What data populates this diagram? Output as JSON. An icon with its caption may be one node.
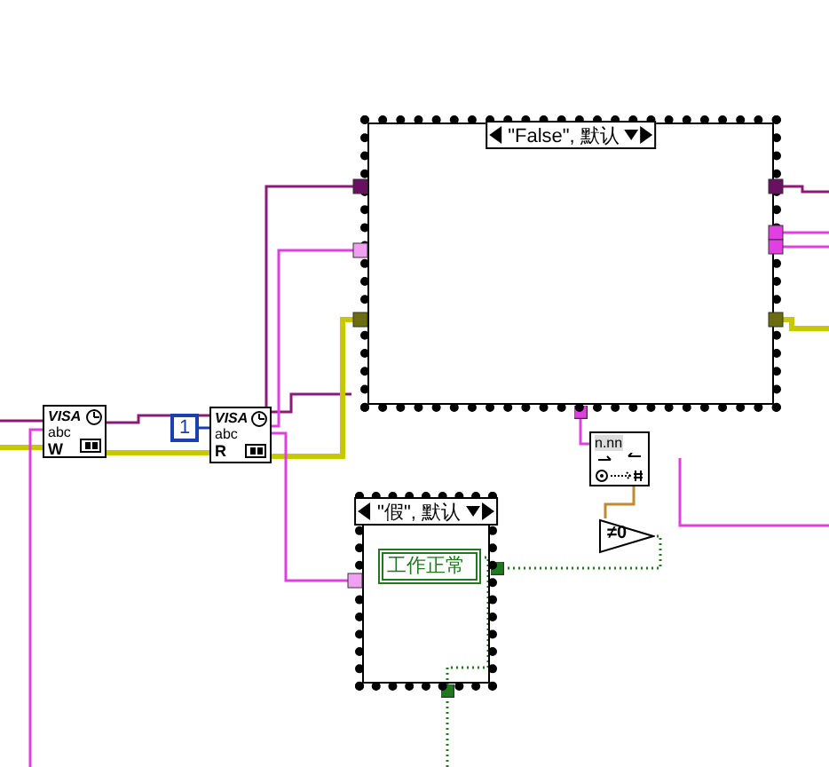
{
  "diagram": {
    "nodes": [
      {
        "text": [
          "\"False\", 默认"
        ]
      },
      {
        "text": [
          "VISA",
          "abc",
          "W"
        ]
      },
      {
        "text": [
          "1"
        ]
      },
      {
        "text": [
          "VISA",
          "abc",
          "R"
        ]
      },
      {
        "text": [
          "n.nn"
        ]
      },
      {
        "text": [
          "≠0"
        ]
      },
      {
        "text": [
          "\"假\", 默认"
        ]
      },
      {
        "text": [
          "工作正常"
        ],
        "in": 6
      }
    ],
    "edges": [
      {
        "from": 1,
        "to": 3,
        "arrow": "none",
        "color": "#8b1a7a"
      },
      {
        "from": 1,
        "to": 3,
        "arrow": "none",
        "style": "thick",
        "color": "#c8c800"
      },
      {
        "from": 2,
        "to": 3,
        "arrow": "none",
        "color": "#1a3fb0"
      },
      {
        "from": 3,
        "to": 0,
        "arrow": "none",
        "color": "#8b1a7a"
      },
      {
        "from": 3,
        "to": 0,
        "arrow": "none",
        "color": "#e040e0"
      },
      {
        "from": 3,
        "to": 0,
        "arrow": "none",
        "style": "thick",
        "color": "#c8c800"
      },
      {
        "from": 3,
        "to": 6,
        "arrow": "none",
        "color": "#e040e0"
      },
      {
        "from": 0,
        "to": 4,
        "arrow": "other",
        "color": "#e040e0"
      },
      {
        "from": 4,
        "to": 5,
        "arrow": "none",
        "color": "#c08a30"
      },
      {
        "from": 6,
        "to": 5,
        "arrow": "other",
        "style": "dashed",
        "color": "#1f7a1f"
      },
      {
        "from": 6,
        "to": 7,
        "arrow": "other",
        "style": "dashed",
        "color": "#1f7a1f"
      }
    ]
  }
}
